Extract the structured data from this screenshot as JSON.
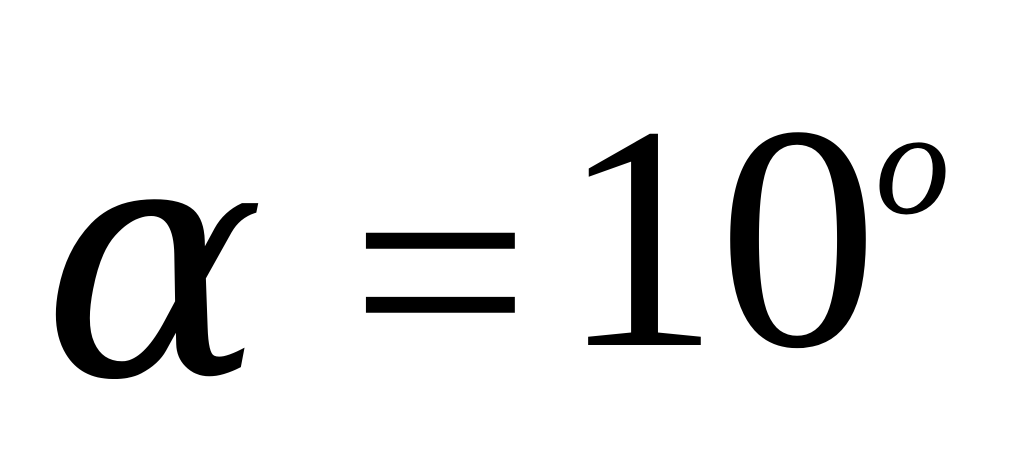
{
  "equation": {
    "symbol": "α",
    "relation": "=",
    "value": "10",
    "exponent": "o"
  }
}
